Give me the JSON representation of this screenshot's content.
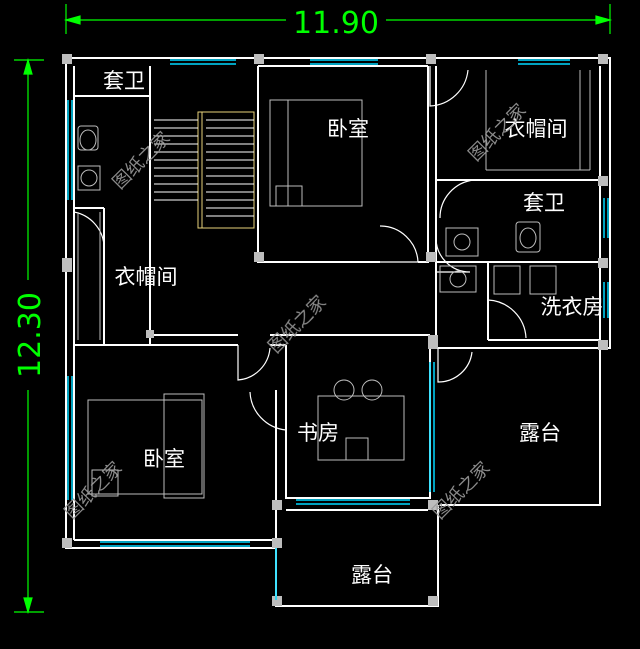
{
  "dimensions": {
    "width_label": "11.90",
    "height_label": "12.30"
  },
  "rooms": {
    "ensuite_top_left": "套卫",
    "bedroom_top": "卧室",
    "closet_top_right": "衣帽间",
    "ensuite_right": "套卫",
    "closet_left": "衣帽间",
    "laundry": "洗衣房",
    "study": "书房",
    "bedroom_bottom": "卧室",
    "terrace_right": "露台",
    "terrace_bottom": "露台"
  },
  "watermark": "图纸之家",
  "colors": {
    "background": "#000000",
    "wall": "#ffffff",
    "dimension": "#00ff00",
    "window": "#00d8ff",
    "fixture": "#bdbdbd",
    "watermark": "#9a9a9a"
  }
}
